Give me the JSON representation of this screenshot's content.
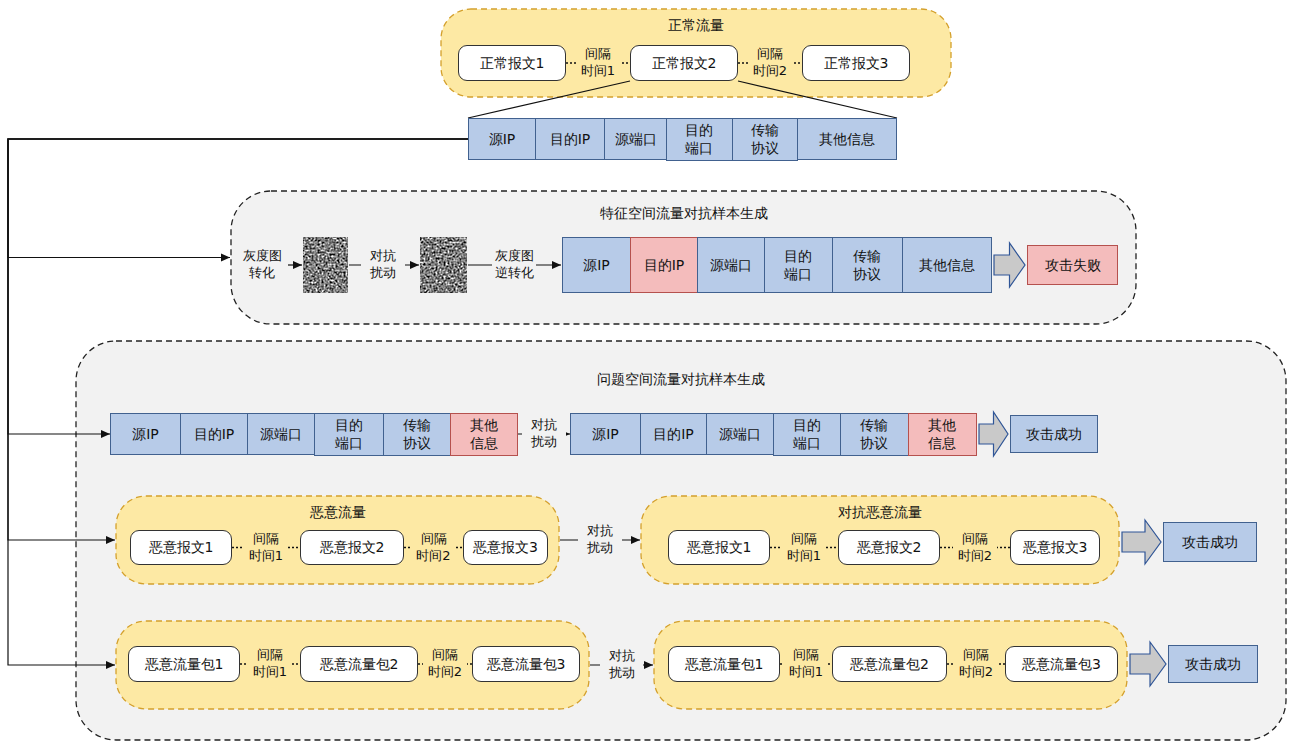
{
  "diagram": {
    "nodes": [
      {
        "text": [
          "正常流量"
        ]
      },
      {
        "text": [
          "正常报文1"
        ],
        "in": 0
      },
      {
        "text": [
          "正常报文2"
        ],
        "in": 0
      },
      {
        "text": [
          "正常报文3"
        ],
        "in": 0
      },
      {
        "text": [
          "源IP"
        ]
      },
      {
        "text": [
          "目的IP"
        ]
      },
      {
        "text": [
          "源端口"
        ]
      },
      {
        "text": [
          "目的 端口"
        ]
      },
      {
        "text": [
          "传输 协议"
        ]
      },
      {
        "text": [
          "其他信息"
        ]
      },
      {
        "text": [
          "特征空间流量对抗样本生成"
        ]
      },
      {
        "text": [
          "源IP"
        ],
        "in": 10
      },
      {
        "text": [
          "目的IP"
        ],
        "in": 10
      },
      {
        "text": [
          "源端口"
        ],
        "in": 10
      },
      {
        "text": [
          "目的 端口"
        ],
        "in": 10
      },
      {
        "text": [
          "传输 协议"
        ],
        "in": 10
      },
      {
        "text": [
          "其他信息"
        ],
        "in": 10
      },
      {
        "text": [
          "攻击失败"
        ],
        "in": 10
      },
      {
        "text": [
          "问题空间流量对抗样本生成"
        ]
      },
      {
        "text": [
          "源IP"
        ],
        "in": 18
      },
      {
        "text": [
          "目的IP"
        ],
        "in": 18
      },
      {
        "text": [
          "源端口"
        ],
        "in": 18
      },
      {
        "text": [
          "目的 端口"
        ],
        "in": 18
      },
      {
        "text": [
          "传输 协议"
        ],
        "in": 18
      },
      {
        "text": [
          "其他 信息"
        ],
        "in": 18
      },
      {
        "text": [
          "源IP"
        ],
        "in": 18
      },
      {
        "text": [
          "目的IP"
        ],
        "in": 18
      },
      {
        "text": [
          "源端口"
        ],
        "in": 18
      },
      {
        "text": [
          "目的 端口"
        ],
        "in": 18
      },
      {
        "text": [
          "传输 协议"
        ],
        "in": 18
      },
      {
        "text": [
          "其他 信息"
        ],
        "in": 18
      },
      {
        "text": [
          "攻击成功"
        ],
        "in": 18
      },
      {
        "text": [
          "恶意流量"
        ],
        "in": 18
      },
      {
        "text": [
          "恶意报文1"
        ],
        "in": 32
      },
      {
        "text": [
          "恶意报文2"
        ],
        "in": 32
      },
      {
        "text": [
          "恶意报文3"
        ],
        "in": 32
      },
      {
        "text": [
          "对抗恶意流量"
        ],
        "in": 18
      },
      {
        "text": [
          "恶意报文1"
        ],
        "in": 36
      },
      {
        "text": [
          "恶意报文2"
        ],
        "in": 36
      },
      {
        "text": [
          "恶意报文3"
        ],
        "in": 36
      },
      {
        "text": [
          "攻击成功"
        ],
        "in": 18
      },
      {
        "text": [],
        "in": 18
      },
      {
        "text": [
          "恶意流量包1"
        ],
        "in": 41
      },
      {
        "text": [
          "恶意流量包2"
        ],
        "in": 41
      },
      {
        "text": [
          "恶意流量包3"
        ],
        "in": 41
      },
      {
        "text": [],
        "in": 18
      },
      {
        "text": [
          "恶意流量包1"
        ],
        "in": 45
      },
      {
        "text": [
          "恶意流量包2"
        ],
        "in": 45
      },
      {
        "text": [
          "恶意流量包3"
        ],
        "in": 45
      },
      {
        "text": [
          "攻击成功"
        ],
        "in": 18
      }
    ],
    "edges": [
      {
        "from": 1,
        "to": 2,
        "arrow": "none",
        "label": "间隔 时间1"
      },
      {
        "from": 2,
        "to": 3,
        "arrow": "none",
        "label": "间隔 时间2"
      },
      {
        "from": 2,
        "to": 4,
        "arrow": "none"
      },
      {
        "from": 2,
        "to": 9,
        "arrow": "none"
      },
      {
        "from": 4,
        "to": 10,
        "arrow": "to"
      },
      {
        "from": 4,
        "to": 19,
        "arrow": "to"
      },
      {
        "from": 4,
        "to": 32,
        "arrow": "to"
      },
      {
        "from": 4,
        "to": 41,
        "arrow": "to"
      },
      {
        "from": 16,
        "to": 17,
        "arrow": "to"
      },
      {
        "from": 24,
        "to": 25,
        "arrow": "to",
        "label": "对抗 扰动"
      },
      {
        "from": 30,
        "to": 31,
        "arrow": "to"
      },
      {
        "from": 33,
        "to": 34,
        "arrow": "none",
        "label": "间隔 时间1"
      },
      {
        "from": 34,
        "to": 35,
        "arrow": "none",
        "label": "间隔 时间2"
      },
      {
        "from": 32,
        "to": 36,
        "arrow": "to",
        "label": "对抗 扰动"
      },
      {
        "from": 37,
        "to": 38,
        "arrow": "none",
        "label": "间隔 时间1"
      },
      {
        "from": 38,
        "to": 39,
        "arrow": "none",
        "label": "间隔 时间2"
      },
      {
        "from": 36,
        "to": 40,
        "arrow": "to"
      },
      {
        "from": 42,
        "to": 43,
        "arrow": "none",
        "label": "间隔 时间1"
      },
      {
        "from": 43,
        "to": 44,
        "arrow": "none",
        "label": "间隔 时间2"
      },
      {
        "from": 41,
        "to": 45,
        "arrow": "to",
        "label": "对抗 扰动"
      },
      {
        "from": 46,
        "to": 47,
        "arrow": "none",
        "label": "间隔 时间1"
      },
      {
        "from": 47,
        "to": 48,
        "arrow": "none",
        "label": "间隔 时间2"
      },
      {
        "from": 45,
        "to": 49,
        "arrow": "to"
      }
    ],
    "labels": [
      "灰度图 转化",
      "对抗 扰动",
      "灰度图 逆转化"
    ]
  }
}
